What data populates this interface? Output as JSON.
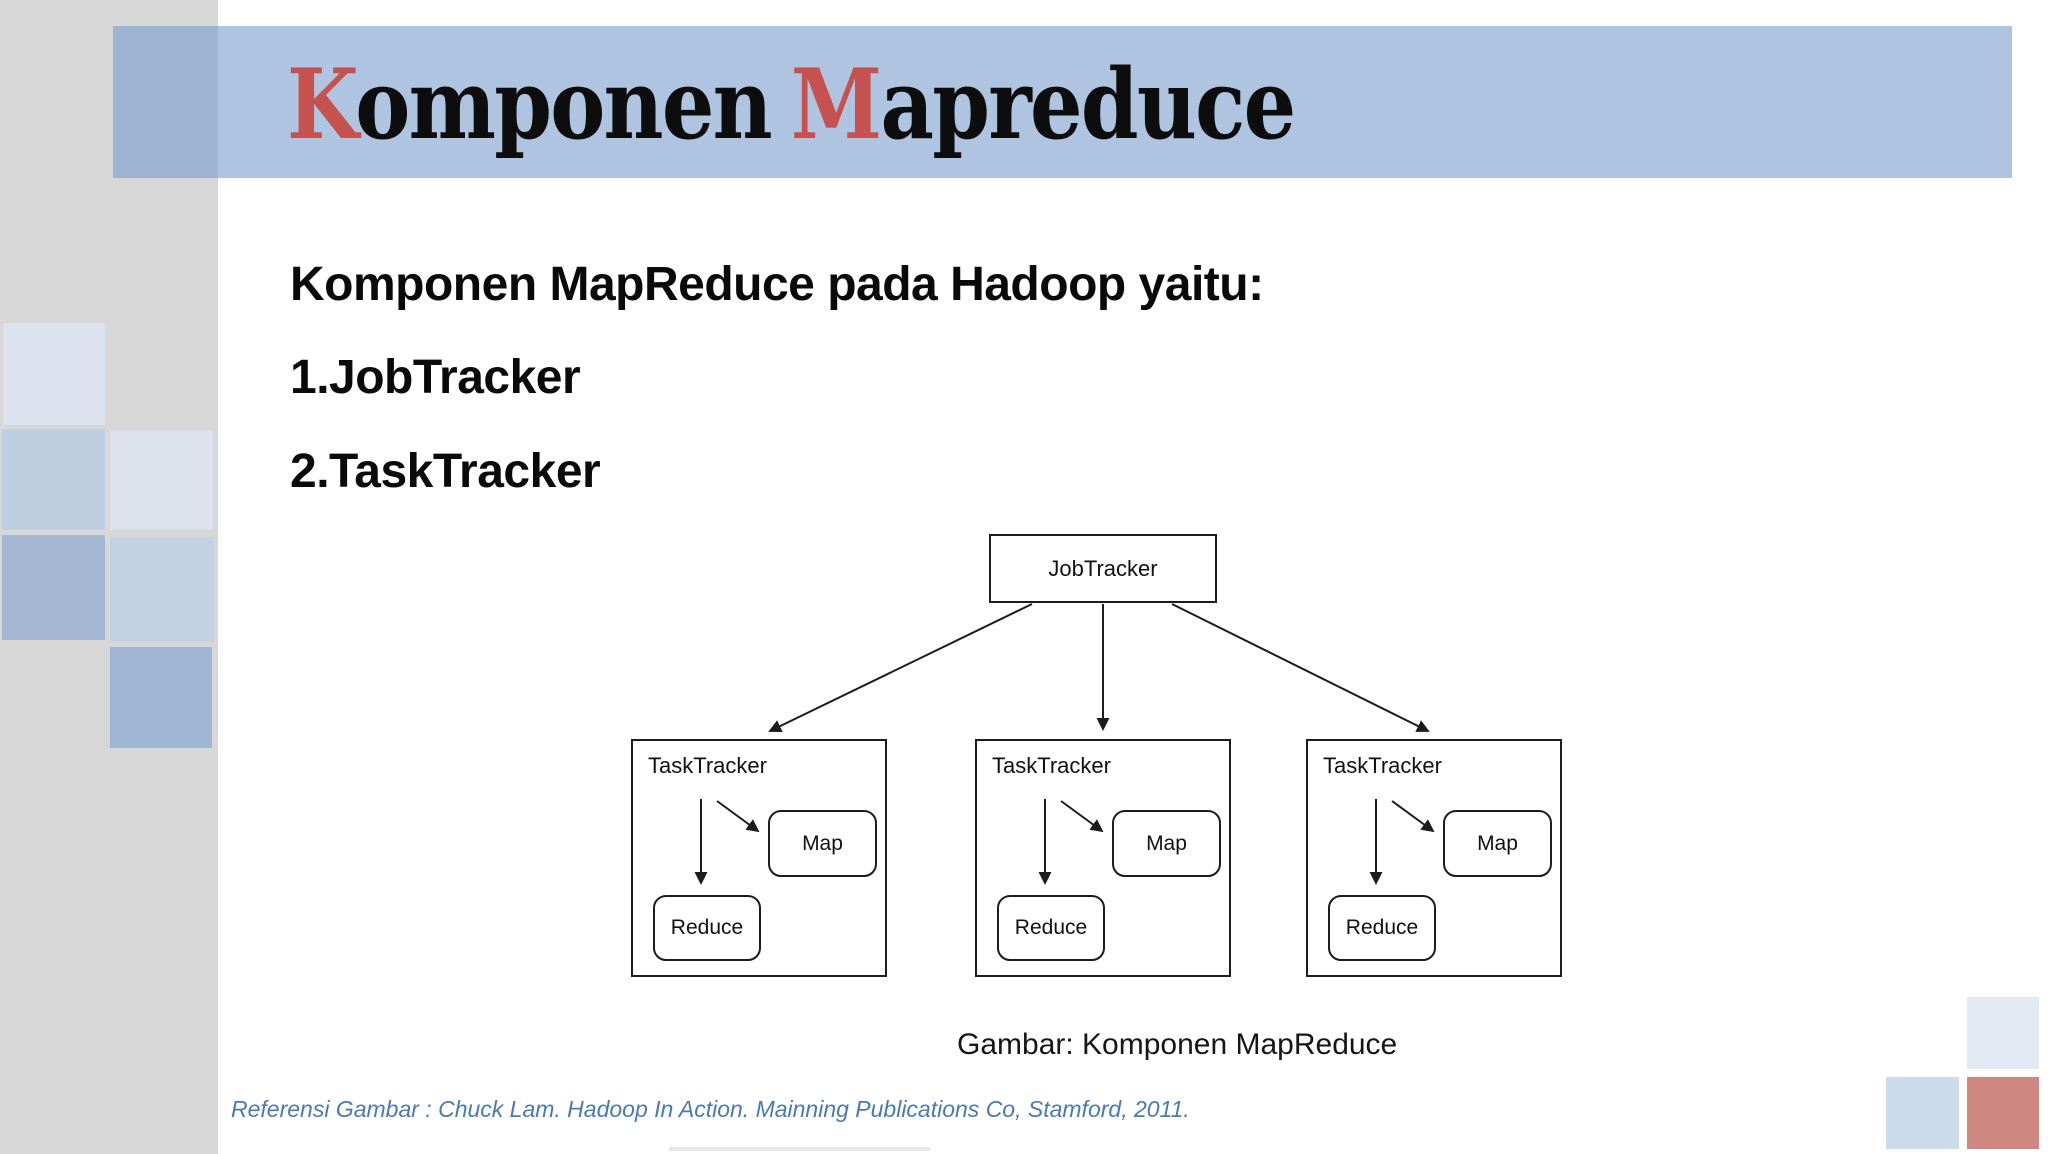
{
  "title": {
    "k": "K",
    "omponen": "omponen",
    "m": "M",
    "apreduce": "apreduce"
  },
  "body": {
    "heading": "Komponen MapReduce pada Hadoop yaitu:",
    "items": [
      "1.JobTracker",
      "2.TaskTracker"
    ]
  },
  "diagram": {
    "root_label": "JobTracker",
    "node_label": "TaskTracker",
    "map_label": "Map",
    "reduce_label": "Reduce"
  },
  "caption": "Gambar: Komponen MapReduce",
  "reference": "Referensi Gambar : Chuck Lam. Hadoop In Action. Mainning Publications Co, Stamford, 2011.",
  "colors": {
    "accent_red": "#c5524e",
    "title_band": "#aec4e0",
    "band_overlay": "#9fb3d2",
    "sidebar_gray": "#d7d7d7",
    "sq_a1": "#dbe2ee",
    "sq_a2": "#becfe2",
    "sq_a3": "#a3b7d3",
    "sq_b1": "#dce1ec",
    "sq_b2": "#c3d1e4",
    "sq_b3": "#9fb6d4",
    "corner_light": "#e3e9f2",
    "corner_blue": "#cbdbeb",
    "corner_red": "#cf8781",
    "reference_blue": "#4a79b5",
    "diagram_line": "#1c1c1c"
  }
}
